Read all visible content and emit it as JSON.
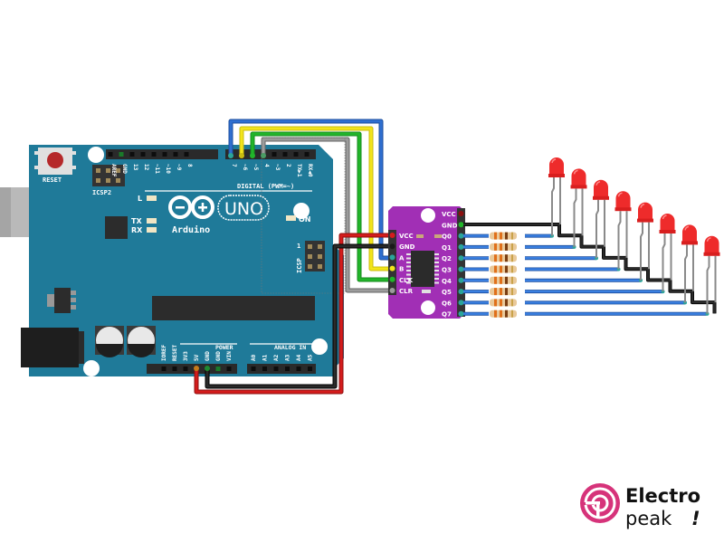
{
  "arduino": {
    "reset_label": "RESET",
    "icsp2_label": "ICSP2",
    "icsp_label": "ICSP",
    "icsp_pin1": "1",
    "brand": "Arduino",
    "tm": "TM",
    "model": "UNO",
    "led_l": "L",
    "led_tx": "TX",
    "led_rx": "RX",
    "led_on": "ON",
    "digital_label": "DIGITAL (PWM=~)",
    "digital_pins": [
      "AREF",
      "GND",
      "13",
      "12",
      "~11",
      "~10",
      "~9",
      "8",
      "7",
      "~6",
      "~5",
      "4",
      "~3",
      "2",
      "TX▶1",
      "RX◀0"
    ],
    "power_label": "POWER",
    "power_pins": [
      "IOREF",
      "RESET",
      "3V3",
      "5V",
      "GND",
      "GND",
      "VIN"
    ],
    "analog_label": "ANALOG IN",
    "analog_pins": [
      "A0",
      "A1",
      "A2",
      "A3",
      "A4",
      "A5"
    ]
  },
  "shift_register": {
    "left_pins": [
      "VCC",
      "GND",
      "A",
      "B",
      "CLK",
      "CLR"
    ],
    "right_pins": [
      "VCC",
      "GND",
      "Q0",
      "Q1",
      "Q2",
      "Q3",
      "Q4",
      "Q5",
      "Q6",
      "Q7"
    ]
  },
  "leds": {
    "count": 8,
    "color": "#ee2b2b"
  },
  "resistors": {
    "count": 8
  },
  "wires": {
    "blue": "#2f6fd0",
    "yellow": "#f3e51a",
    "green": "#21b52a",
    "gray": "#8c8c8c",
    "red": "#d41c1c",
    "black": "#1a1a1a"
  },
  "colors": {
    "board": "#1f7a99",
    "module": "#a12fb5",
    "logo": "#d6337a"
  },
  "logo": {
    "line1": "Electro",
    "line2": "peak",
    "mark": "!"
  }
}
